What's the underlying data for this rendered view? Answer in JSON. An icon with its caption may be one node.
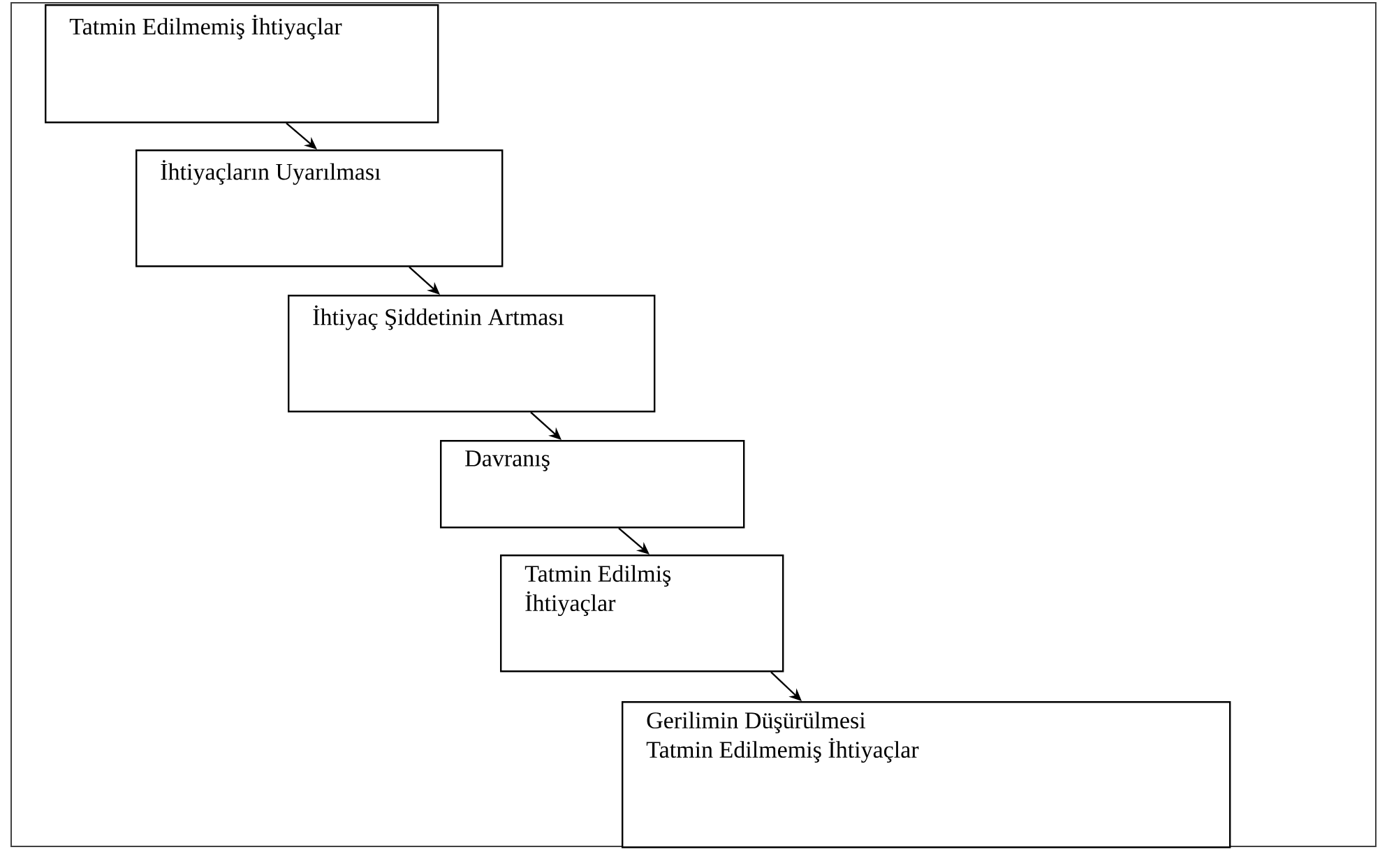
{
  "diagram": {
    "nodes": [
      {
        "text": [
          "Tatmin Edilmemiş İhtiyaçlar"
        ]
      },
      {
        "text": [
          "İhtiyaçların Uyarılması"
        ]
      },
      {
        "text": [
          "İhtiyaç Şiddetinin Artması"
        ]
      },
      {
        "text": [
          "Davranış"
        ]
      },
      {
        "text": [
          "Tatmin Edilmiş İhtiyaçlar"
        ]
      },
      {
        "text": [
          "Gerilimin Düşürülmesi",
          "Tatmin Edilmemiş İhtiyaçlar"
        ]
      }
    ],
    "edges": [
      {
        "from": 0,
        "to": 1,
        "arrow": "to"
      },
      {
        "from": 1,
        "to": 2,
        "arrow": "to"
      },
      {
        "from": 2,
        "to": 3,
        "arrow": "to"
      },
      {
        "from": 3,
        "to": 4,
        "arrow": "to"
      },
      {
        "from": 4,
        "to": 5,
        "arrow": "to"
      }
    ]
  }
}
